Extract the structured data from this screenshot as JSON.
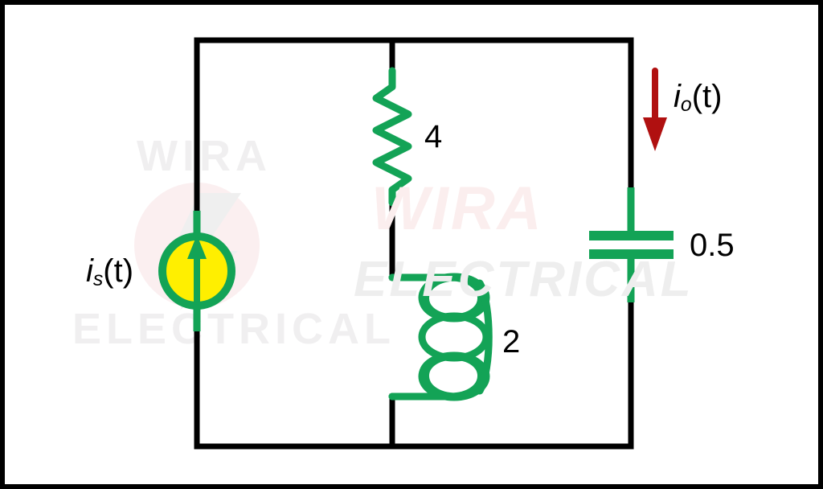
{
  "figure": {
    "title": "Parallel RLC circuit with current source",
    "border_color": "#000000",
    "wire_color": "#000000",
    "component_color": "#13a356",
    "source_fill_color": "#ffef00",
    "arrow_color": "#b01010",
    "background_color": "#ffffff"
  },
  "source": {
    "name": "current-source",
    "symbol": "circle-with-up-arrow",
    "label_i": "i",
    "label_sub": "s",
    "label_tail": "(t)",
    "label_full": "is(t)"
  },
  "output": {
    "name": "output-current",
    "arrow_direction": "down",
    "label_i": "i",
    "label_sub": "o",
    "label_tail": "(t)",
    "label_full": "io(t)"
  },
  "components": [
    {
      "name": "resistor",
      "symbol": "zigzag",
      "value": "4",
      "branch": "middle-top"
    },
    {
      "name": "inductor",
      "symbol": "coil",
      "value": "2",
      "branch": "middle-bottom"
    },
    {
      "name": "capacitor",
      "symbol": "parallel-plates",
      "value": "0.5",
      "branch": "right"
    }
  ],
  "watermark": {
    "back_line1": "WIRA",
    "back_line2": "ELECTRICAL",
    "front_line1": "WIRA",
    "front_line2": "ELECTRICAL",
    "back_color": "#f0eff0",
    "front_color_1": "#fbeeee",
    "front_color_2": "#eeeeee"
  }
}
